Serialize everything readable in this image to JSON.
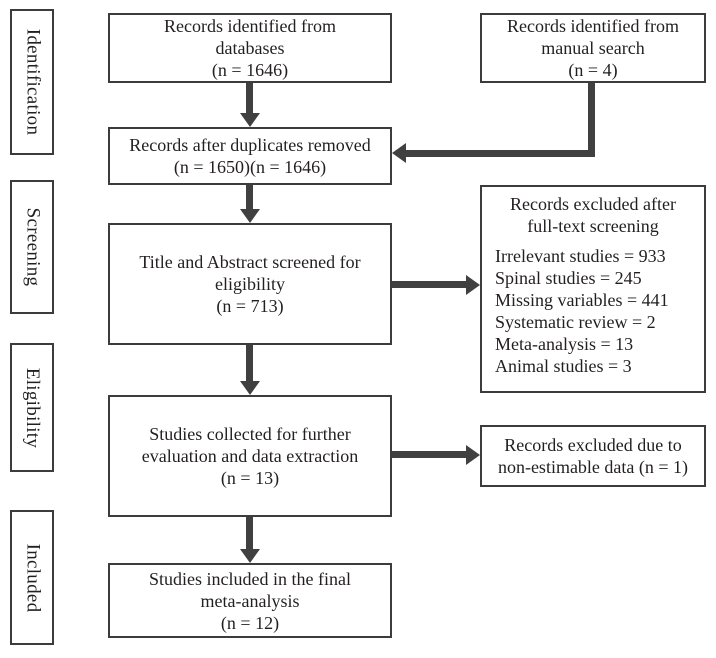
{
  "stages": [
    {
      "label": "Identification"
    },
    {
      "label": "Screening"
    },
    {
      "label": "Eligibility"
    },
    {
      "label": "Included"
    }
  ],
  "boxes": {
    "identified_databases": {
      "lines": [
        "Records identified from",
        "databases",
        "(n = 1646)"
      ]
    },
    "identified_manual": {
      "lines": [
        "Records identified from",
        "manual search",
        "(n = 4)"
      ]
    },
    "duplicates_removed": {
      "lines": [
        "Records after duplicates removed",
        "(n = 1650)(n = 1646)"
      ]
    },
    "title_abstract": {
      "lines": [
        "Title and Abstract screened for",
        "eligibility",
        "(n = 713)"
      ]
    },
    "excluded_fulltext": {
      "title_lines": [
        "Records excluded after",
        "full-text screening"
      ],
      "items": [
        "Irrelevant studies = 933",
        "Spinal studies = 245",
        "Missing variables = 441",
        "Systematic review = 2",
        "Meta-analysis = 13",
        "Animal studies = 3"
      ]
    },
    "collected": {
      "lines": [
        "Studies collected for further",
        "evaluation and data extraction",
        "(n = 13)"
      ]
    },
    "excluded_nonestimable": {
      "lines": [
        "Records excluded due to",
        "non-estimable data (n = 1)"
      ]
    },
    "included_final": {
      "lines": [
        "Studies included in the final",
        "meta-analysis",
        "(n = 12)"
      ]
    }
  },
  "colors": {
    "background": "#ffffff",
    "border": "#3d3c3d",
    "arrow": "#404041",
    "text": "#231f20"
  }
}
